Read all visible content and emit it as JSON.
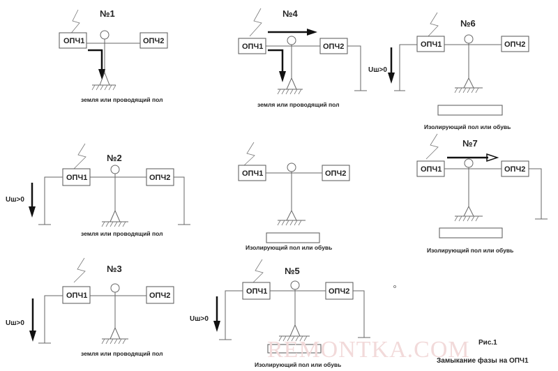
{
  "labels": {
    "opc1": "ОПЧ1",
    "opc2": "ОПЧ2",
    "voltage_gt": "Uш>0",
    "ground_caption": "земля или проводящий пол",
    "insulated_caption": "Изолирующий пол или обувь"
  },
  "panels": {
    "p1": {
      "number": "№1"
    },
    "p2": {
      "number": "№2"
    },
    "p3": {
      "number": "№3"
    },
    "p4": {
      "number": "№4"
    },
    "p5": {
      "number": "№5"
    },
    "p6": {
      "number": "№6"
    },
    "p7": {
      "number": "№7"
    }
  },
  "figure": {
    "number": "Рис.1",
    "title": "Замыкание фазы на ОПЧ1"
  },
  "watermark": "REMONTKA.COM"
}
